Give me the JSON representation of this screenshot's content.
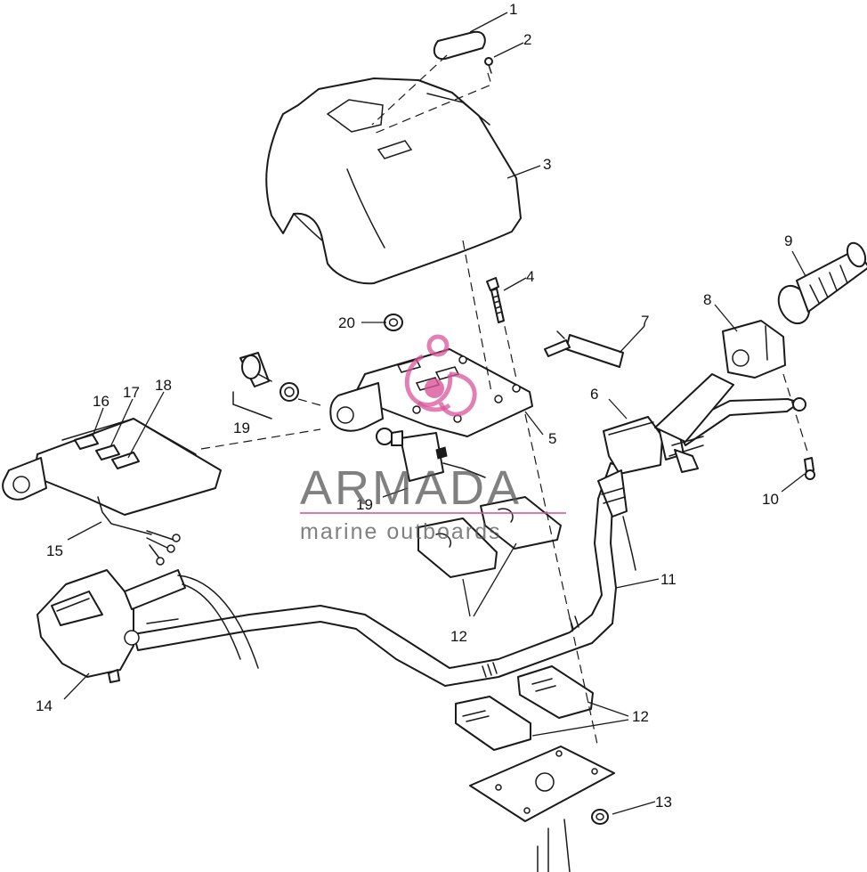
{
  "diagram": {
    "callouts": [
      {
        "id": "c1",
        "text": "1"
      },
      {
        "id": "c2",
        "text": "2"
      },
      {
        "id": "c3",
        "text": "3"
      },
      {
        "id": "c4",
        "text": "4"
      },
      {
        "id": "c5",
        "text": "5"
      },
      {
        "id": "c6",
        "text": "6"
      },
      {
        "id": "c7",
        "text": "7"
      },
      {
        "id": "c8",
        "text": "8"
      },
      {
        "id": "c9",
        "text": "9"
      },
      {
        "id": "c10",
        "text": "10"
      },
      {
        "id": "c11",
        "text": "11"
      },
      {
        "id": "c12a",
        "text": "12"
      },
      {
        "id": "c12b",
        "text": "12"
      },
      {
        "id": "c13",
        "text": "13"
      },
      {
        "id": "c14",
        "text": "14"
      },
      {
        "id": "c15",
        "text": "15"
      },
      {
        "id": "c16",
        "text": "16"
      },
      {
        "id": "c17",
        "text": "17"
      },
      {
        "id": "c18",
        "text": "18"
      },
      {
        "id": "c19a",
        "text": "19"
      },
      {
        "id": "c19b",
        "text": "19"
      },
      {
        "id": "c20",
        "text": "20"
      }
    ]
  },
  "watermark": {
    "brand": "ARMADA",
    "tagline": "marine outboards",
    "logo_color": "#d9559a",
    "text_color": "#555555"
  }
}
